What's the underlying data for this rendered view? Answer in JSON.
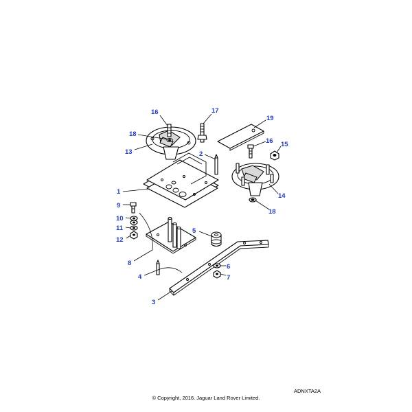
{
  "diagram": {
    "callouts": [
      {
        "id": "c1",
        "label": "1"
      },
      {
        "id": "c2",
        "label": "2"
      },
      {
        "id": "c3",
        "label": "3"
      },
      {
        "id": "c4",
        "label": "4"
      },
      {
        "id": "c5",
        "label": "5"
      },
      {
        "id": "c6",
        "label": "6"
      },
      {
        "id": "c7",
        "label": "7"
      },
      {
        "id": "c8",
        "label": "8"
      },
      {
        "id": "c9",
        "label": "9"
      },
      {
        "id": "c10",
        "label": "10"
      },
      {
        "id": "c11",
        "label": "11"
      },
      {
        "id": "c12",
        "label": "12"
      },
      {
        "id": "c13",
        "label": "13"
      },
      {
        "id": "c14",
        "label": "14"
      },
      {
        "id": "c15",
        "label": "15"
      },
      {
        "id": "c16a",
        "label": "16"
      },
      {
        "id": "c16b",
        "label": "16"
      },
      {
        "id": "c17",
        "label": "17"
      },
      {
        "id": "c18a",
        "label": "18"
      },
      {
        "id": "c18b",
        "label": "18"
      },
      {
        "id": "c19",
        "label": "19"
      }
    ],
    "callout_color": "#1f3ad6"
  },
  "footer": {
    "reference_code": "ADNXTA2A",
    "copyright": "© Copyright, 2016. Jaguar Land Rover Limited."
  }
}
